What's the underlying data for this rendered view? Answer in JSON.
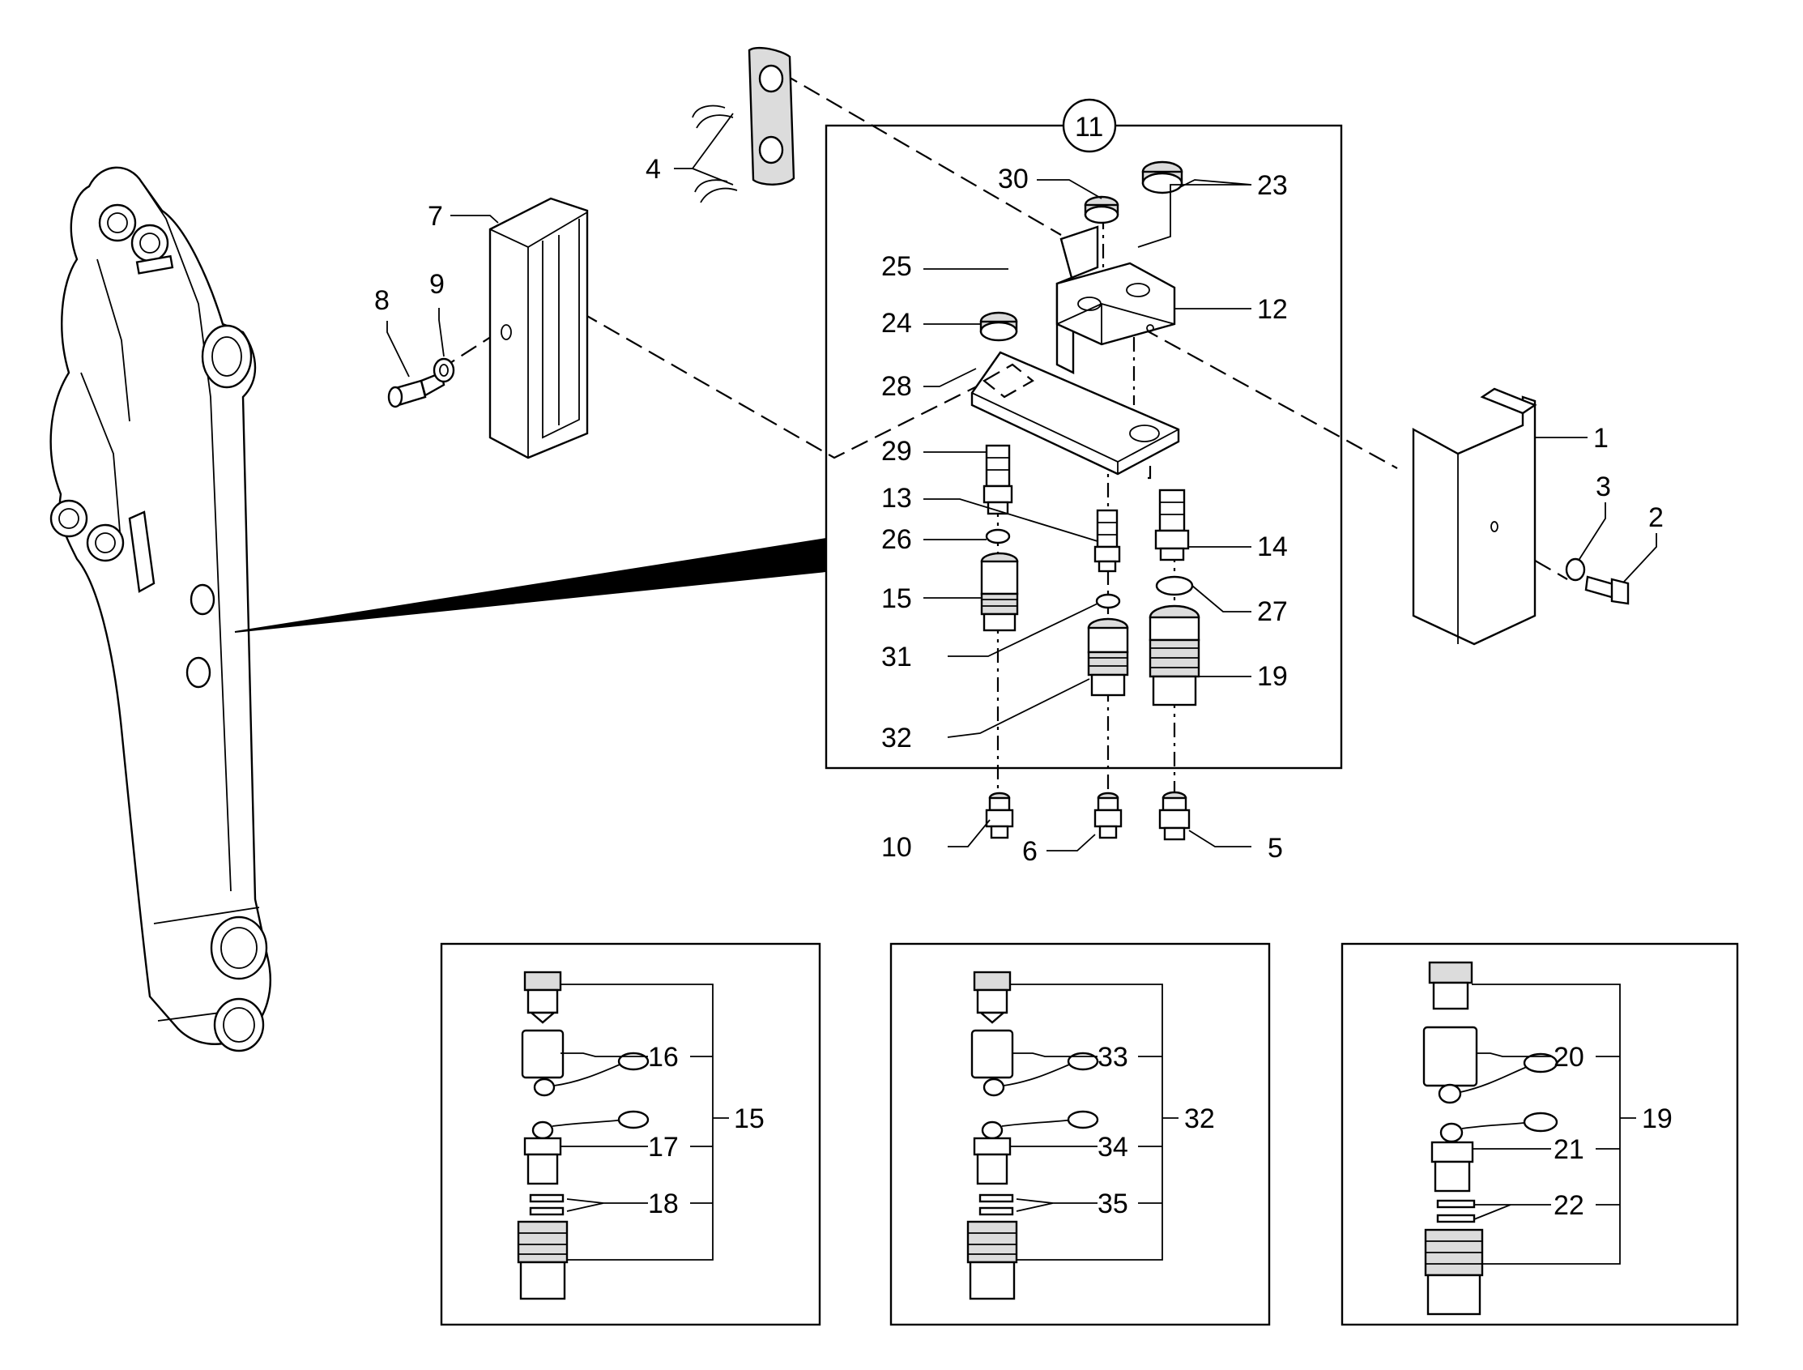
{
  "callouts": {
    "c1": "1",
    "c2": "2",
    "c3": "3",
    "c4": "4",
    "c5": "5",
    "c6": "6",
    "c7": "7",
    "c8": "8",
    "c9": "9",
    "c10": "10",
    "c11": "11",
    "c12": "12",
    "c13": "13",
    "c14": "14",
    "c15": "15",
    "c16": "16",
    "c17": "17",
    "c18": "18",
    "c19": "19",
    "c20": "20",
    "c21": "21",
    "c22": "22",
    "c23": "23",
    "c24": "24",
    "c25": "25",
    "c26": "26",
    "c27": "27",
    "c28": "28",
    "c29": "29",
    "c30": "30",
    "c31": "31",
    "c32": "32",
    "c33": "33",
    "c34": "34",
    "c35": "35"
  },
  "detail_boxes": [
    {
      "group": "15",
      "items": [
        "16",
        "17",
        "18"
      ]
    },
    {
      "group": "32",
      "items": [
        "33",
        "34",
        "35"
      ]
    },
    {
      "group": "19",
      "items": [
        "20",
        "21",
        "22"
      ]
    }
  ]
}
